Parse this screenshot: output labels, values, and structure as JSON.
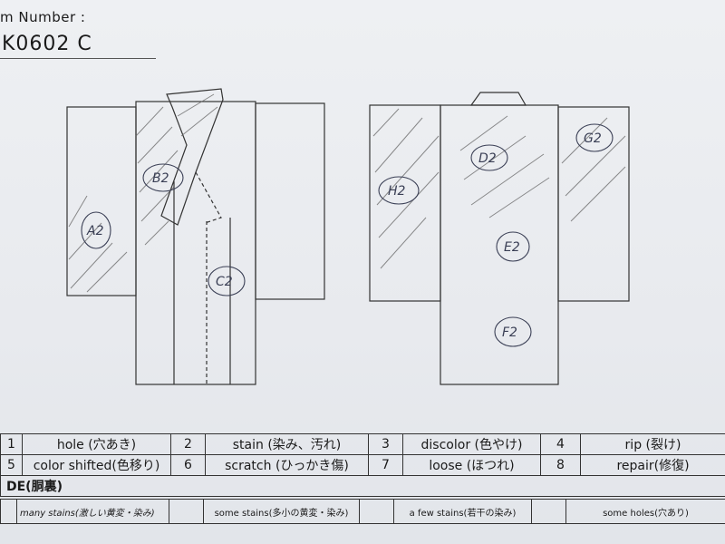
{
  "header": {
    "item_number_label": "m Number :",
    "item_number_value": "K0602   C"
  },
  "marks": {
    "front": [
      "B2",
      "A2",
      "C2"
    ],
    "back": [
      "H2",
      "D2",
      "G2",
      "E2",
      "F2"
    ]
  },
  "legend": [
    {
      "num": "1",
      "label": "hole (穴あき)"
    },
    {
      "num": "2",
      "label": "stain (染み、汚れ)"
    },
    {
      "num": "3",
      "label": "discolor (色やけ)"
    },
    {
      "num": "4",
      "label": "rip (裂け)"
    },
    {
      "num": "5",
      "label": "color shifted(色移り)"
    },
    {
      "num": "6",
      "label": "scratch (ひっかき傷)"
    },
    {
      "num": "7",
      "label": "loose (ほつれ)"
    },
    {
      "num": "8",
      "label": "repair(修復)"
    }
  ],
  "section_label": "DE(胴裏)",
  "grades": [
    "many stains(激しい黄変・染み)",
    "some stains(多小の黄変・染み)",
    "a few stains(若干の染み)",
    "some holes(穴あり)"
  ]
}
